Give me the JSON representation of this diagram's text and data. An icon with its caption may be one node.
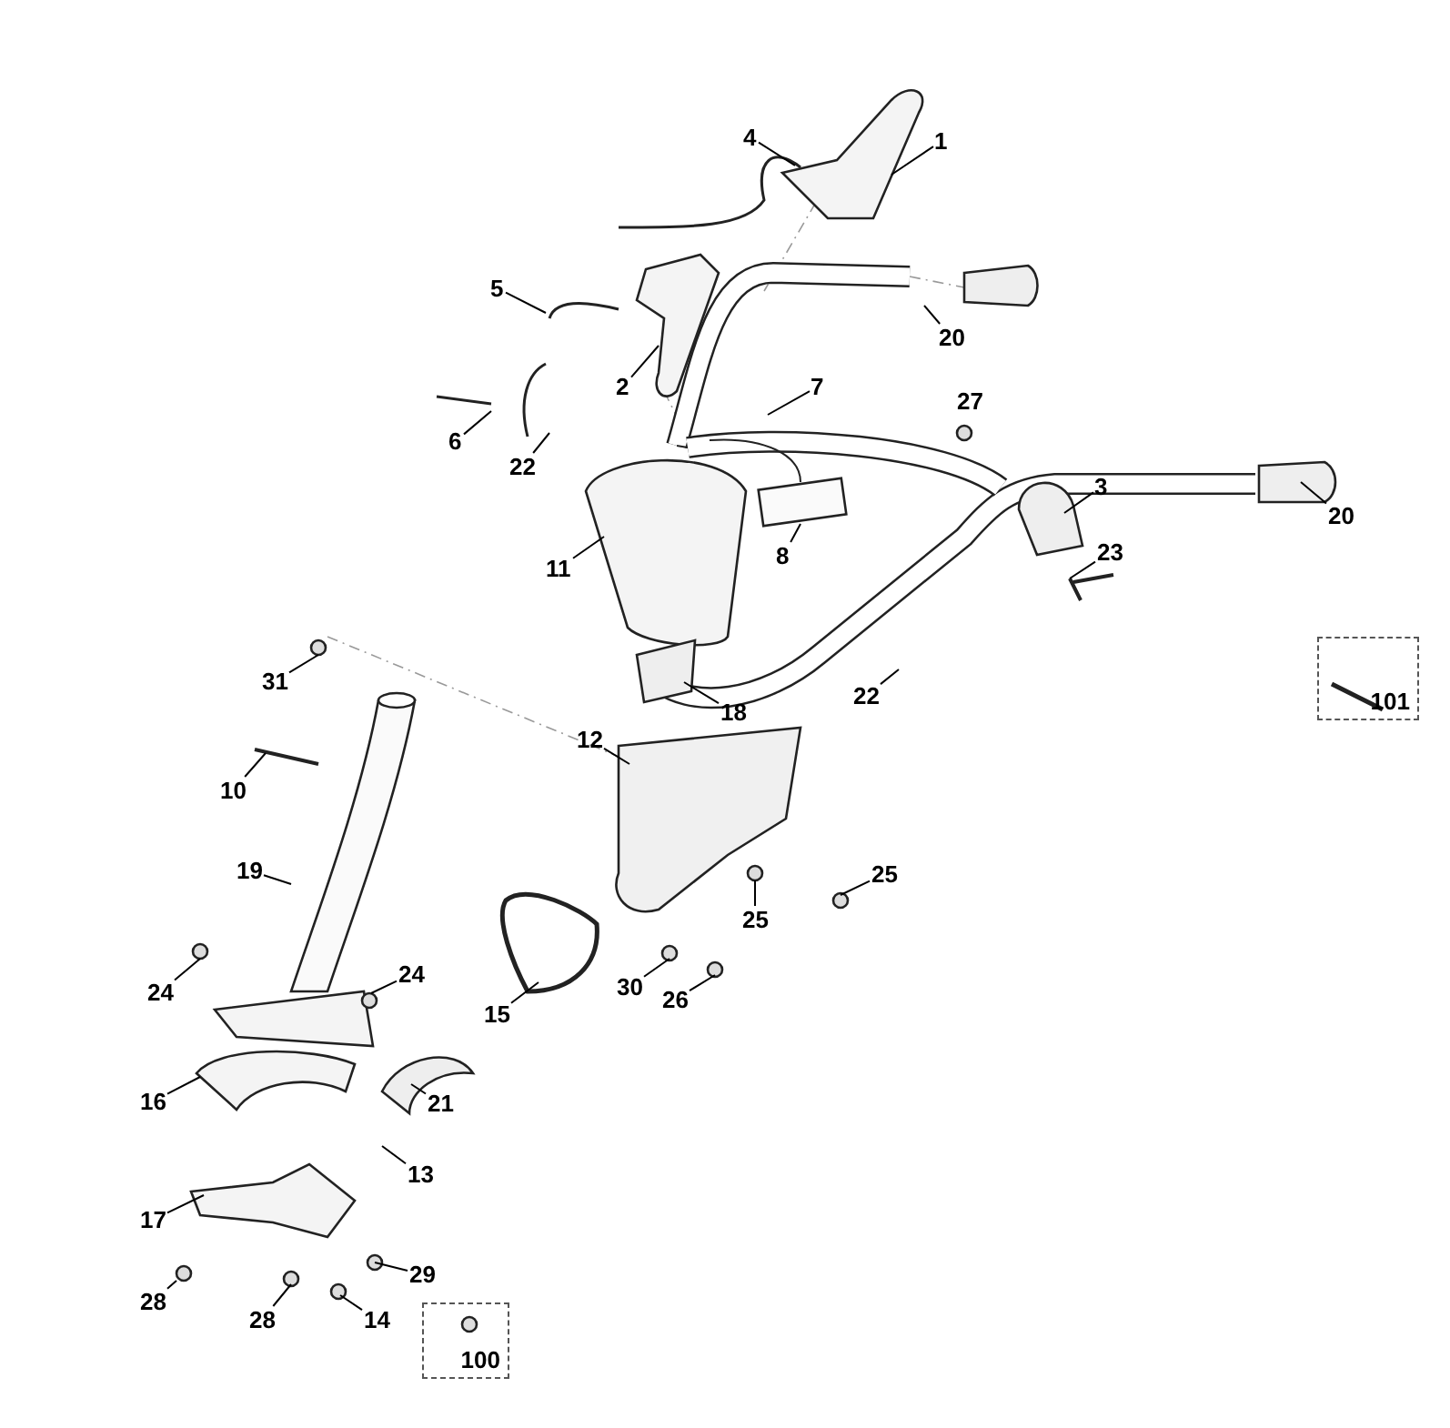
{
  "diagram": {
    "nodes": [
      {
        "text": [
          "4"
        ]
      },
      {
        "text": [
          "1"
        ]
      },
      {
        "text": [
          "5"
        ]
      },
      {
        "text": [
          "20"
        ]
      },
      {
        "text": [
          "2"
        ]
      },
      {
        "text": [
          "7"
        ]
      },
      {
        "text": [
          "27"
        ]
      },
      {
        "text": [
          "6"
        ]
      },
      {
        "text": [
          "22"
        ]
      },
      {
        "text": [
          "3"
        ]
      },
      {
        "text": [
          "20"
        ]
      },
      {
        "text": [
          "23"
        ]
      },
      {
        "text": [
          "8"
        ]
      },
      {
        "text": [
          "11"
        ]
      },
      {
        "text": [
          "101"
        ]
      },
      {
        "text": [
          "31"
        ]
      },
      {
        "text": [
          "22"
        ]
      },
      {
        "text": [
          "18"
        ]
      },
      {
        "text": [
          "12"
        ]
      },
      {
        "text": [
          "10"
        ]
      },
      {
        "text": [
          "19"
        ]
      },
      {
        "text": [
          "25"
        ]
      },
      {
        "text": [
          "25"
        ]
      },
      {
        "text": [
          "24"
        ]
      },
      {
        "text": [
          "30"
        ]
      },
      {
        "text": [
          "24"
        ]
      },
      {
        "text": [
          "26"
        ]
      },
      {
        "text": [
          "15"
        ]
      },
      {
        "text": [
          "16"
        ]
      },
      {
        "text": [
          "21"
        ]
      },
      {
        "text": [
          "13"
        ]
      },
      {
        "text": [
          "17"
        ]
      },
      {
        "text": [
          "29"
        ]
      },
      {
        "text": [
          "28"
        ]
      },
      {
        "text": [
          "14"
        ]
      },
      {
        "text": [
          "28"
        ]
      },
      {
        "text": [
          "100"
        ]
      }
    ],
    "edges": [
      {
        "from": 0,
        "to": null,
        "arrow": "none"
      },
      {
        "from": 1,
        "to": null,
        "arrow": "none"
      },
      {
        "from": 2,
        "to": null,
        "arrow": "none"
      },
      {
        "from": 3,
        "to": null,
        "arrow": "none"
      },
      {
        "from": 4,
        "to": null,
        "arrow": "none"
      },
      {
        "from": 5,
        "to": null,
        "arrow": "none"
      },
      {
        "from": 7,
        "to": null,
        "arrow": "none"
      },
      {
        "from": 8,
        "to": null,
        "arrow": "none"
      },
      {
        "from": 9,
        "to": null,
        "arrow": "none"
      },
      {
        "from": 10,
        "to": null,
        "arrow": "none"
      },
      {
        "from": 11,
        "to": null,
        "arrow": "none"
      },
      {
        "from": 12,
        "to": null,
        "arrow": "none"
      },
      {
        "from": 13,
        "to": null,
        "arrow": "none"
      },
      {
        "from": 15,
        "to": null,
        "arrow": "none"
      },
      {
        "from": 16,
        "to": null,
        "arrow": "none"
      },
      {
        "from": 17,
        "to": null,
        "arrow": "none"
      },
      {
        "from": 18,
        "to": null,
        "arrow": "none"
      },
      {
        "from": 19,
        "to": null,
        "arrow": "none"
      },
      {
        "from": 20,
        "to": null,
        "arrow": "none"
      },
      {
        "from": 21,
        "to": null,
        "arrow": "none"
      },
      {
        "from": 22,
        "to": null,
        "arrow": "none"
      },
      {
        "from": 23,
        "to": null,
        "arrow": "none"
      },
      {
        "from": 24,
        "to": null,
        "arrow": "none"
      },
      {
        "from": 25,
        "to": null,
        "arrow": "none"
      },
      {
        "from": 26,
        "to": null,
        "arrow": "none"
      },
      {
        "from": 27,
        "to": null,
        "arrow": "none"
      },
      {
        "from": 28,
        "to": null,
        "arrow": "none"
      },
      {
        "from": 29,
        "to": null,
        "arrow": "none"
      },
      {
        "from": 30,
        "to": null,
        "arrow": "none"
      },
      {
        "from": 31,
        "to": null,
        "arrow": "none"
      },
      {
        "from": 32,
        "to": null,
        "arrow": "none"
      },
      {
        "from": 33,
        "to": null,
        "arrow": "none"
      },
      {
        "from": 34,
        "to": null,
        "arrow": "none"
      },
      {
        "from": 35,
        "to": null,
        "arrow": "none"
      }
    ]
  }
}
